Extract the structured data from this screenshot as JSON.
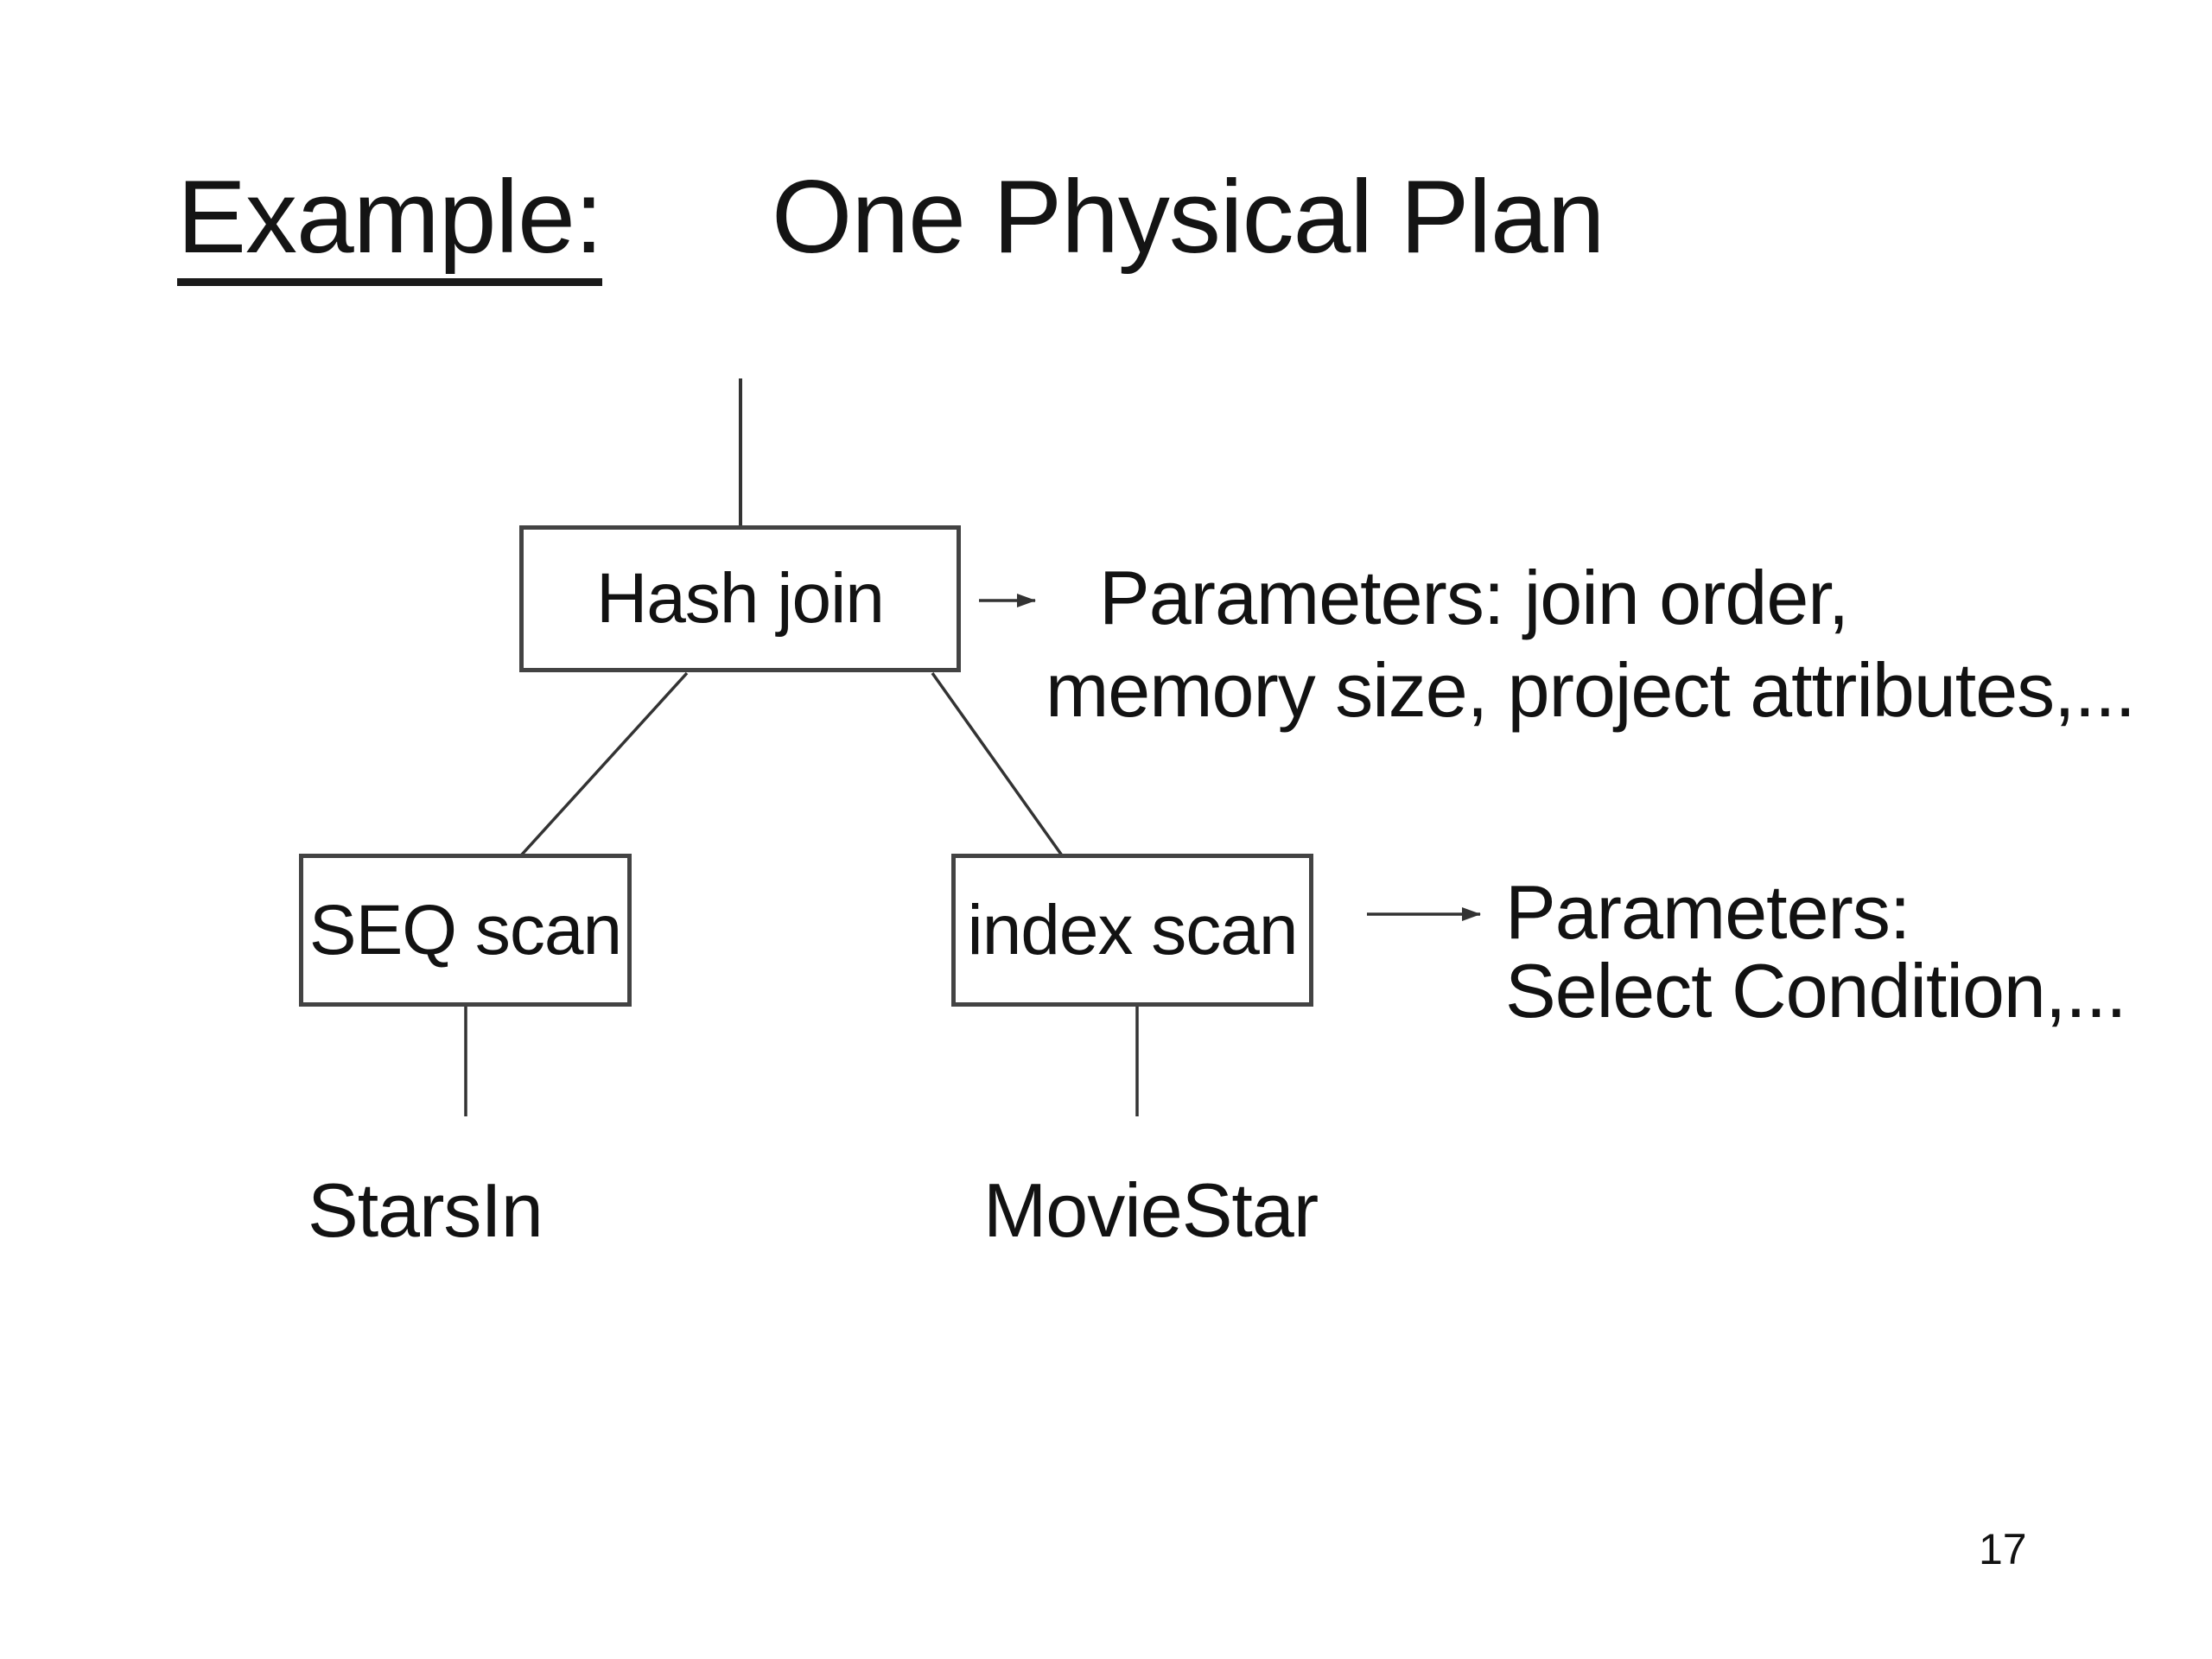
{
  "slide": {
    "title": {
      "underlined": "Example:",
      "main": "One Physical Plan"
    },
    "page_number": "17"
  },
  "diagram": {
    "nodes": {
      "hash_join": "Hash join",
      "seq_scan": "SEQ scan",
      "index_scan": "index scan"
    },
    "tables": {
      "left": "StarsIn",
      "right": "MovieStar"
    },
    "annotations": {
      "hash_join": {
        "line1": "Parameters: join order,",
        "line2": "memory size, project attributes,..."
      },
      "index_scan": {
        "line1": "Parameters:",
        "line2": "Select Condition,..."
      }
    },
    "colors": {
      "background": "#ffffff",
      "text": "#141414",
      "line": "#333333",
      "box_border": "#434343"
    }
  }
}
